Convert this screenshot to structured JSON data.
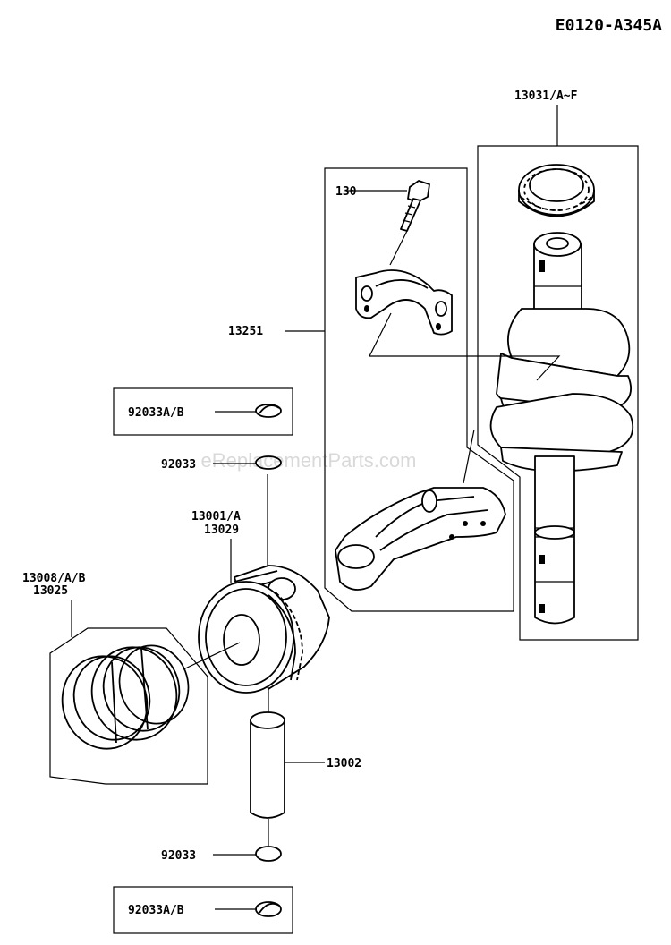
{
  "diagram_id": "E0120-A345A",
  "watermark": "eReplacementParts.com",
  "labels": {
    "crankshaft": "13031/A~F",
    "bolt": "130",
    "connecting_rod": "13251",
    "kit_top": "92033A/B",
    "snap_ring_top": "92033",
    "piston_a": "13001/A",
    "piston_b": "13029",
    "rings_a": "13008/A/B",
    "rings_b": "13025",
    "pin": "13002",
    "snap_ring_bottom": "92033",
    "kit_bottom": "92033A/B"
  }
}
